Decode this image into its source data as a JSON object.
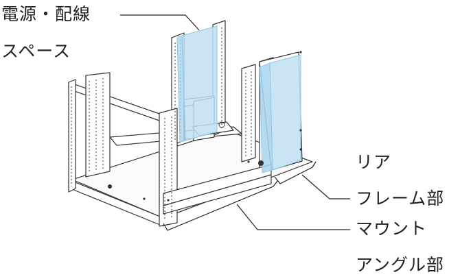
{
  "labels": {
    "power_space": {
      "line1": "電源・配線",
      "line2": "スペース"
    },
    "rear_frame": {
      "line1": "リア",
      "line2": "フレーム部"
    },
    "mount_angle": {
      "line1": "マウント",
      "line2": "アングル部"
    }
  },
  "colors": {
    "highlight_fill": "#bfe0f3",
    "highlight_stroke": "#8cc7e6",
    "frame_stroke": "#333333",
    "leader_line": "#222222"
  }
}
